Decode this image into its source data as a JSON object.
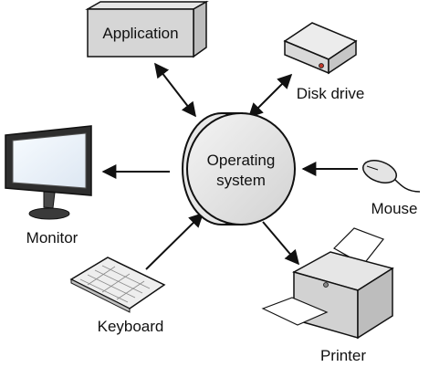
{
  "diagram": {
    "center": {
      "line1": "Operating",
      "line2": "system"
    },
    "nodes": {
      "application": "Application",
      "disk_drive": "Disk drive",
      "mouse": "Mouse",
      "printer": "Printer",
      "keyboard": "Keyboard",
      "monitor": "Monitor"
    },
    "connections": [
      {
        "from": "Application",
        "to": "Operating system",
        "direction": "bidirectional"
      },
      {
        "from": "Disk drive",
        "to": "Operating system",
        "direction": "bidirectional"
      },
      {
        "from": "Mouse",
        "to": "Operating system",
        "direction": "input"
      },
      {
        "from": "Keyboard",
        "to": "Operating system",
        "direction": "input"
      },
      {
        "from": "Operating system",
        "to": "Monitor",
        "direction": "output"
      },
      {
        "from": "Operating system",
        "to": "Printer",
        "direction": "output"
      }
    ]
  }
}
